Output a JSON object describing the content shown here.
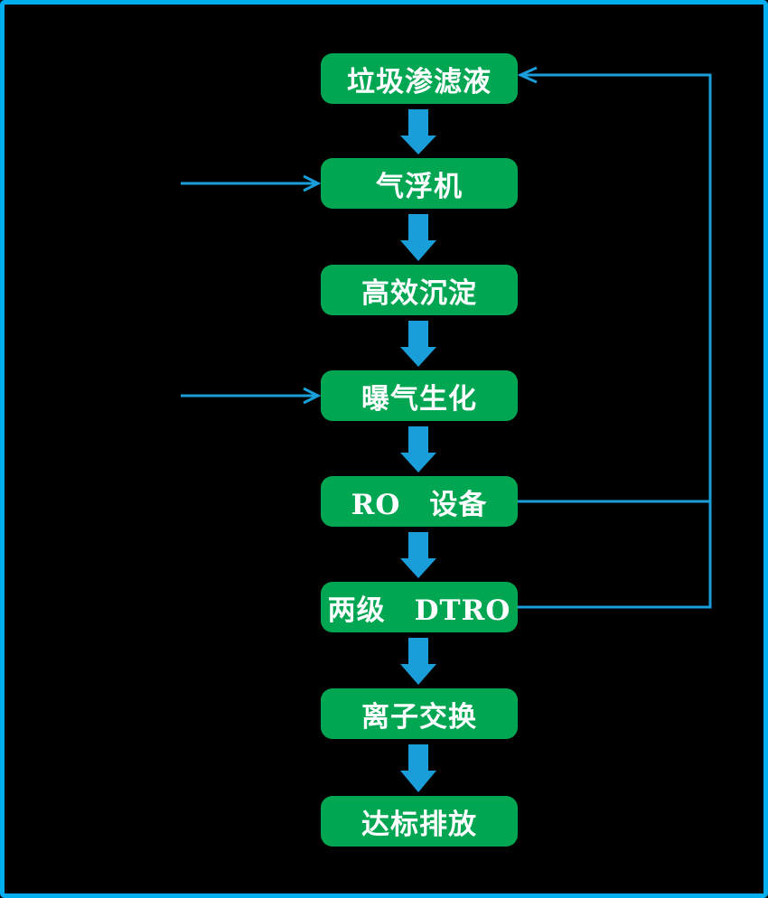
{
  "colors": {
    "background": "#000000",
    "frame": "#00aeef",
    "node_fill": "#00a651",
    "node_text": "#ffffff",
    "connector": "#1a9ed9"
  },
  "nodes": [
    {
      "label": "垃圾渗滤液"
    },
    {
      "label": "气浮机"
    },
    {
      "label": "高效沉淀"
    },
    {
      "label": "曝气生化"
    },
    {
      "label": "RO　设备"
    },
    {
      "label": "两级　DTRO"
    },
    {
      "label": "离子交换"
    },
    {
      "label": "达标排放"
    }
  ],
  "flow_sequence": [
    "垃圾渗滤液",
    "气浮机",
    "高效沉淀",
    "曝气生化",
    "RO　设备",
    "两级　DTRO",
    "离子交换",
    "达标排放"
  ],
  "recycle_returns": [
    {
      "from": "RO　设备",
      "to": "垃圾渗滤液"
    },
    {
      "from": "两级　DTRO",
      "to": "垃圾渗滤液"
    }
  ],
  "unlabeled_inlets": [
    "气浮机",
    "曝气生化"
  ]
}
